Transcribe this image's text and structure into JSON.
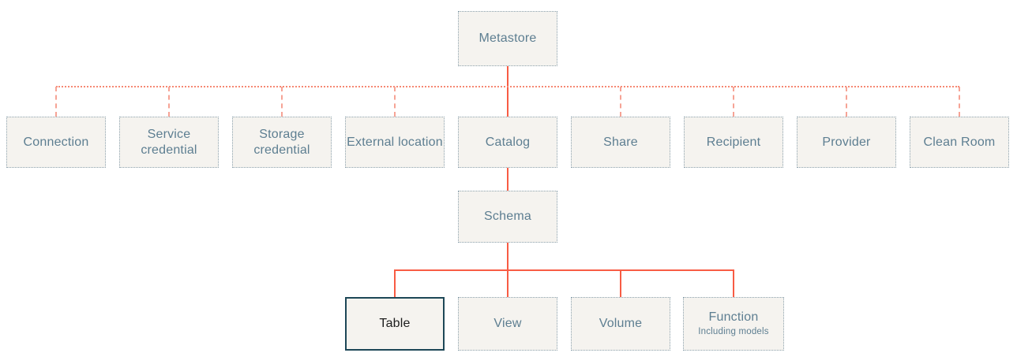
{
  "colors": {
    "canvas_bg": "#ffffff",
    "node_bg": "#f5f3ef",
    "node_border": "#8da2ae",
    "node_text": "#5d7e91",
    "highlight_border": "#1d4757",
    "highlight_text": "#1d1d1d",
    "connector_solid": "#f85c44",
    "connector_dotted": "#f68873",
    "connector_dashed": "#f6a395"
  },
  "nodes": {
    "root": {
      "label": "Metastore"
    },
    "level2": [
      {
        "label": "Connection"
      },
      {
        "label": "Service credential"
      },
      {
        "label": "Storage credential"
      },
      {
        "label": "External location"
      },
      {
        "label": "Catalog"
      },
      {
        "label": "Share"
      },
      {
        "label": "Recipient"
      },
      {
        "label": "Provider"
      },
      {
        "label": "Clean Room"
      }
    ],
    "level3": {
      "label": "Schema"
    },
    "level4": [
      {
        "label": "Table",
        "highlighted": "true"
      },
      {
        "label": "View"
      },
      {
        "label": "Volume"
      },
      {
        "label": "Function",
        "sublabel": "Including models"
      }
    ]
  }
}
